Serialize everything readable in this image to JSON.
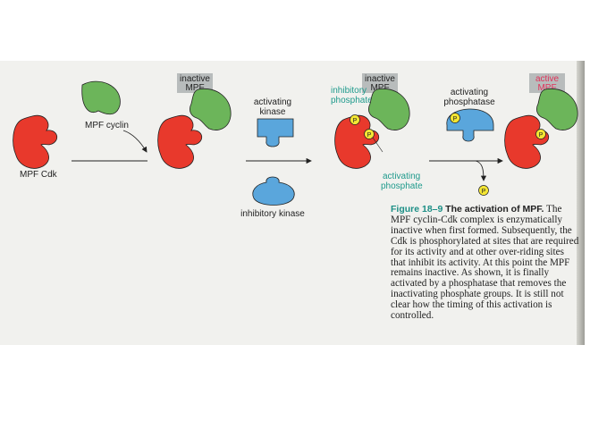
{
  "diagram": {
    "labels": {
      "mpf_cdk": "MPF Cdk",
      "mpf_cyclin": "MPF cyclin",
      "inactive_mpf_1": [
        "inactive",
        "MPF"
      ],
      "activating_kinase": [
        "activating",
        "kinase"
      ],
      "inhibitory_kinase": "inhibitory kinase",
      "inactive_mpf_2": [
        "inactive",
        "MPF"
      ],
      "inhibitory_phosphate": [
        "inhibitory",
        "phosphate"
      ],
      "activating_phosphate": [
        "activating",
        "phosphate"
      ],
      "activating_phosphatase": [
        "activating",
        "phosphatase"
      ],
      "active_mpf": [
        "active",
        "MPF"
      ],
      "phosphate_symbol": "P"
    },
    "colors": {
      "cdk": "#e8392c",
      "cyclin": "#6cb55a",
      "kinase": "#5aa6dc",
      "phosphate": "#f4e633",
      "label_box": "#b8bcbc",
      "teal_text": "#1f9a8c",
      "active_text": "#e0335a"
    }
  },
  "caption": {
    "figure_number": "Figure 18–9",
    "title": "The activation of MPF.",
    "body": "The MPF cyclin-Cdk complex is enzymatically inactive when first formed. Subsequently, the Cdk is phosphorylated at sites that are required for its activity and at other over-riding sites that inhibit its activity. At this point the MPF remains inactive. As shown, it is finally activated by a phosphatase that removes the inactivating phosphate groups. It is still not clear how the timing of this activation is controlled."
  }
}
